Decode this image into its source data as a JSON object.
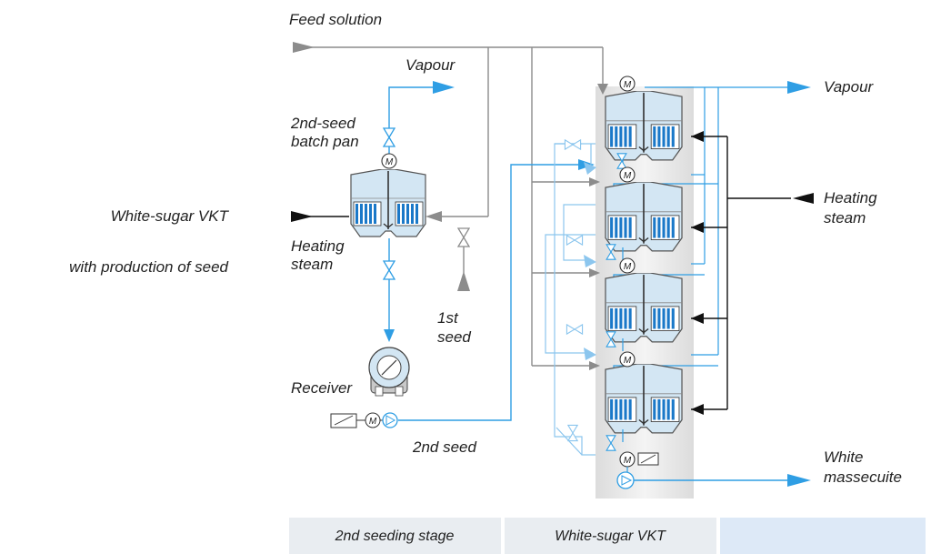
{
  "labels": {
    "feed_solution": "Feed solution",
    "vapour_left": "Vapour",
    "batch_pan": [
      "2nd-seed",
      "batch pan"
    ],
    "title": [
      "White-sugar VKT",
      "with production of seed"
    ],
    "heating_steam_left": [
      "Heating",
      "steam"
    ],
    "first_seed": [
      "1st",
      "seed"
    ],
    "receiver": "Receiver",
    "second_seed": "2nd seed",
    "vapour_right": "Vapour",
    "heating_steam_right": [
      "Heating",
      "steam"
    ],
    "white_massecuite": [
      "White",
      "massecuite"
    ],
    "motor_symbol": "M"
  },
  "footer": {
    "stage_1": "2nd seeding stage",
    "stage_2": "White-sugar VKT",
    "stage_3": ""
  },
  "colors": {
    "blue_line": "#2f9ee4",
    "light_blue_line": "#8cc6ee",
    "grey_line": "#8c8c8c",
    "black_line": "#111111",
    "pan_fill": "#d3e6f3",
    "heater_blue": "#1a78c8",
    "column_bg": "#e9e9e9",
    "footer_bg": "#e9edf1",
    "footer_bg_right": "#dde9f7"
  }
}
